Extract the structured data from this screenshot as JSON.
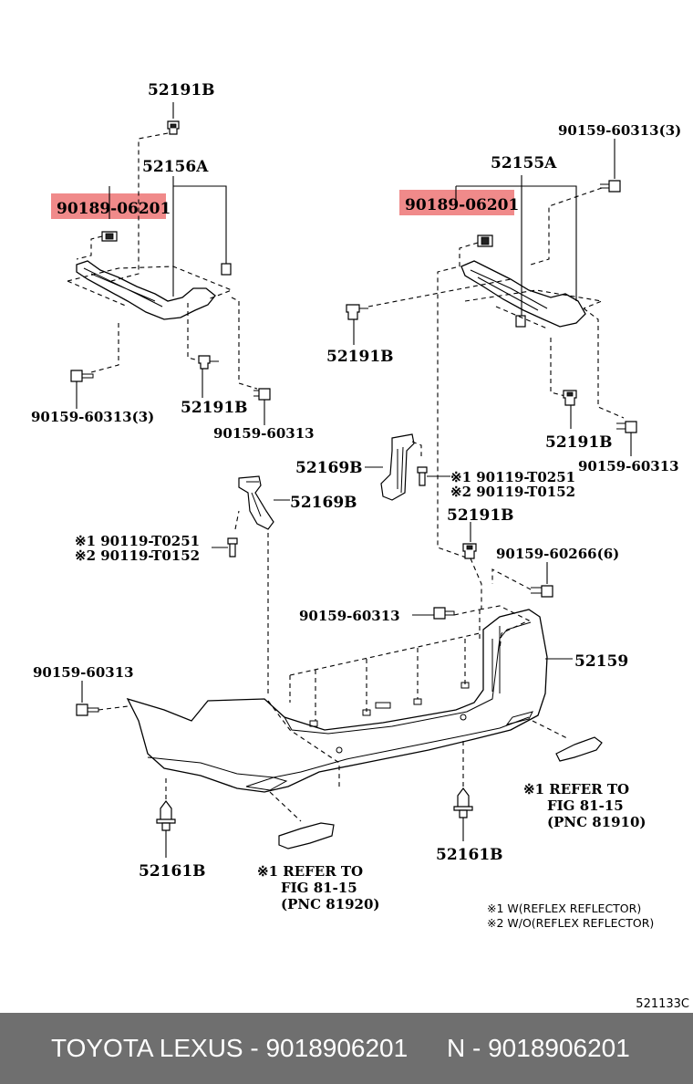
{
  "diagram": {
    "labels": {
      "p52191b_top": "52191B",
      "p52156a": "52156A",
      "p90189_left": "90189-06201",
      "p52155a": "52155A",
      "p90189_right": "90189-06201",
      "p90159_3_topright": "90159-60313(3)",
      "p52191b_mid": "52191B",
      "p90159_3_left": "90159-60313(3)",
      "p52191b_left2": "52191B",
      "p90159_left2": "90159-60313",
      "p52191b_right2": "52191B",
      "p90159_right2": "90159-60313",
      "p52169b_upper": "52169B",
      "p52169b_lower": "52169B",
      "p90119_right_1": "※1 90119-T0251",
      "p90119_right_2": "※2 90119-T0152",
      "p90119_left_1": "※1 90119-T0251",
      "p90119_left_2": "※2 90119-T0152",
      "p52191b_low": "52191B",
      "p90159_60266": "90159-60266(6)",
      "p90159_center": "90159-60313",
      "p52159": "52159",
      "p90159_farleft": "90159-60313",
      "p52161b_left": "52161B",
      "p52161b_right": "52161B"
    },
    "ref_notes": {
      "right": [
        "※1 REFER TO",
        "FIG 81-15",
        "(PNC 81910)"
      ],
      "left": [
        "※1 REFER TO",
        "FIG 81-15",
        "(PNC 81920)"
      ]
    },
    "legend": [
      "※1 W(REFLEX REFLECTOR)",
      "※2 W/O(REFLEX REFLECTOR)"
    ],
    "figure_code": "521133C",
    "highlight_color": "#f08a8a"
  },
  "footer": {
    "left_text": "TOYOTA LEXUS - 9018906201",
    "right_text": "N - 9018906201",
    "background": "#6f6f6f"
  }
}
